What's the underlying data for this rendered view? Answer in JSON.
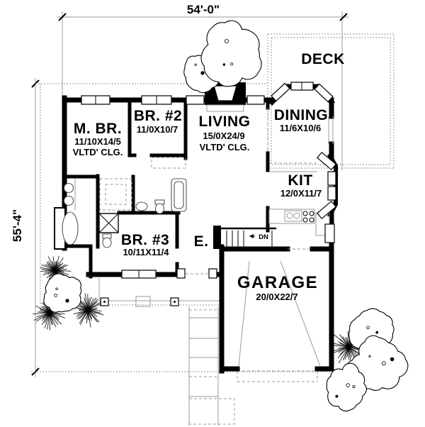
{
  "dimensions": {
    "top": "54'-0\"",
    "left": "55'-4\""
  },
  "rooms": {
    "deck": {
      "name": "DECK"
    },
    "master_bedroom": {
      "name": "M. BR.",
      "size": "11/10X14/5",
      "note": "VLTD' CLG."
    },
    "bedroom2": {
      "name": "BR. #2",
      "size": "11/0X10/7"
    },
    "living": {
      "name": "LIVING",
      "size": "15/0X24/9",
      "note": "VLTD' CLG."
    },
    "dining": {
      "name": "DINING",
      "size": "11/6X10/6"
    },
    "kitchen": {
      "name": "KIT",
      "size": "12/0X11/7"
    },
    "bedroom3": {
      "name": "BR. #3",
      "size": "10/11X11/4"
    },
    "entry": {
      "name": "E."
    },
    "garage": {
      "name": "GARAGE",
      "size": "20/0X22/7"
    }
  },
  "stairs": {
    "label": "DN"
  },
  "colors": {
    "wall": "#000000",
    "guide": "#999999",
    "paper": "#ffffff"
  }
}
